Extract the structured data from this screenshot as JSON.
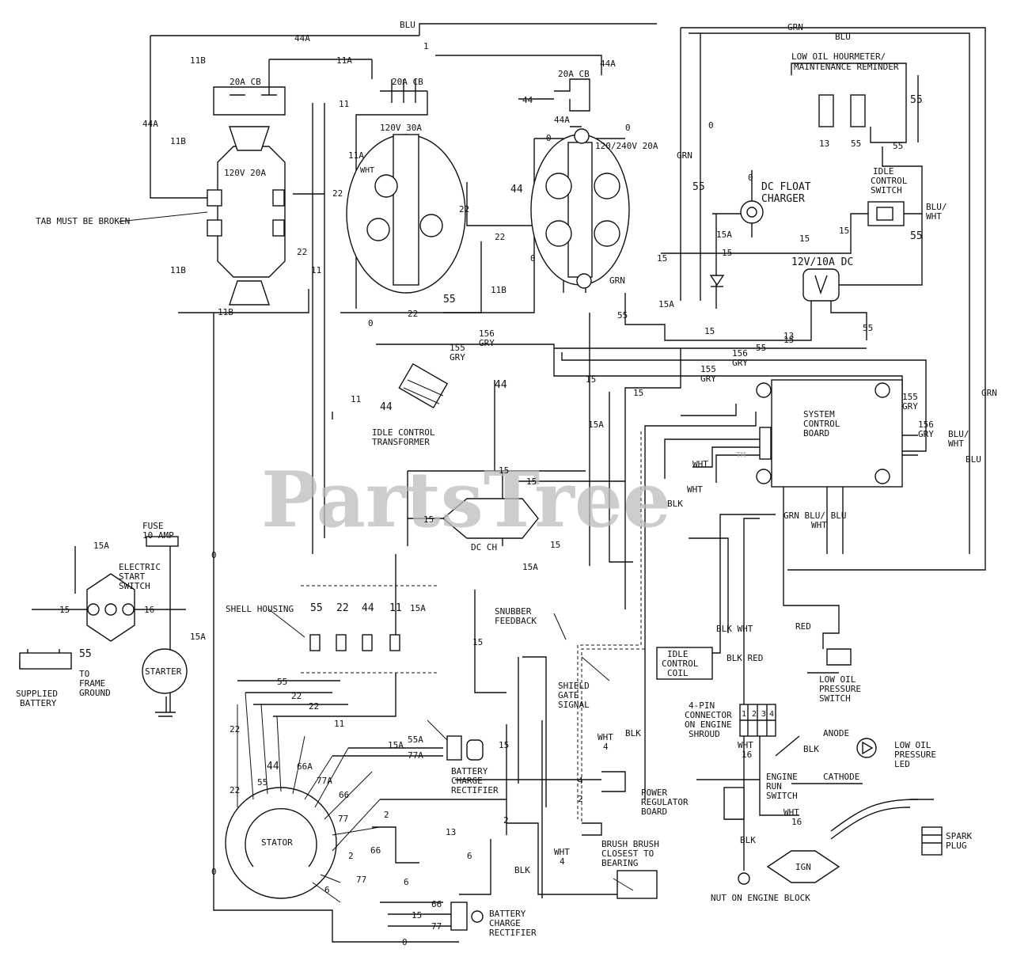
{
  "watermark": {
    "text": "PartsTree",
    "tm": "TM"
  },
  "labels": {
    "top_bu": "BLU",
    "grn_top": "GRN",
    "blu_top": "BLU",
    "w44a_top": "44A",
    "w11b_a": "11B",
    "w11a_a": "11A",
    "w1_top": "1",
    "w44a_b": "44A",
    "w44a_left": "44A",
    "w11b_b": "11B",
    "cb20_a": "20A CB",
    "cb20_b": "20A CB",
    "cb20_c": "20A CB",
    "r120_20": "120V 20A",
    "r120_30": "120V 30A",
    "r120_240": "120/240V 20A",
    "tab": "TAB MUST BE BROKEN",
    "w22_a": "22",
    "w22_b": "22",
    "w22_c": "22",
    "w22_d": "22",
    "w22_e": "22",
    "w11_a": "11",
    "w11_b": "11",
    "w11_c": "11",
    "w11a_b": "11A",
    "w11b_c": "11B",
    "w11b_d": "11B",
    "w11b_e": "11B",
    "wht_a": "WHT",
    "w55_a": "55",
    "w55_b": "55",
    "w55_c": "55",
    "w55_d": "55",
    "w55_e": "55",
    "w55_f": "55",
    "w55_g": "55",
    "w55_h": "55",
    "w44_a": "44",
    "w44_b": "44",
    "w44_c": "44",
    "w44_d": "44",
    "w44_e": "44",
    "w0_a": "0",
    "w0_b": "0",
    "w0_c": "0",
    "w0_d": "0",
    "w0_e": "0",
    "w0_f": "0",
    "w0_g": "0",
    "w0_h": "0",
    "w0_i": "0",
    "w44a_c": "44A",
    "grn_a": "GRN",
    "grn_b": "GRN",
    "grn_c": "GRN",
    "w15a_a": "15A",
    "w15a_b": "15A",
    "w15a_c": "15A",
    "w15a_d": "15A",
    "w15a_e": "15A",
    "w15_a": "15",
    "w15_b": "15",
    "w15_c": "15",
    "w15_d": "15",
    "w15_e": "15",
    "w15_f": "15",
    "w15_g": "15",
    "w15_h": "15",
    "w15_i": "15",
    "w15_j": "15",
    "w15_k": "15",
    "w15_l": "15",
    "w13_a": "13",
    "w13_b": "13",
    "w13_c": "13",
    "w16_a": "16",
    "w16_b": "16",
    "hour_meter": "LOW OIL HOURMETER/\nMAINTENANCE REMINDER",
    "dc_float": "DC FLOAT\nCHARGER",
    "w15_m": "15",
    "w55_i": "55",
    "idle_sw": "IDLE\nCONTROL\nSWITCH",
    "blu_wht_a": "BLU/\nWHT",
    "dc12": "12V/10A DC",
    "gry156_a": "156\nGRY",
    "gry155_a": "155\nGRY",
    "gry156_b": "156\nGRY",
    "gry155_b": "155\nGRY",
    "gry155_c": "155\nGRY",
    "gry156_c": "156\nGRY",
    "idle_xfmr": "IDLE CONTROL\nTRANSFORMER",
    "scb": "SYSTEM\nCONTROL\nBOARD",
    "blu_wht_b": "BLU/\nWHT",
    "blu_b": "BLU",
    "grn_d": "GRN",
    "grn_blu": "GRN  BLU/ BLU\n       WHT",
    "wht_blk": "WHT\nBLK",
    "blk_a": "BLK",
    "wht_b": "WHT",
    "dc_ch": "DC CH",
    "w15_n": "15",
    "w15a_f": "15A",
    "fuse": "FUSE\n10 AMP",
    "elec_start": "ELECTRIC\nSTART\nSWITCH",
    "w15a_g": "15A",
    "w15a_h": "15A",
    "w15_o": "15",
    "w16_c": "16",
    "battery": "SUPPLIED\nBATTERY",
    "w55_j": "55",
    "frame": "TO\nFRAME\nGROUND",
    "starter": "STARTER",
    "w15a_i": "15A",
    "w0_j": "0",
    "w0_k": "0",
    "housing": "SHELL HOUSING",
    "c55": "55",
    "c22": "22",
    "c44": "44",
    "c11": "11",
    "c15a": "15A",
    "snubber": "SNUBBER\nFEEDBACK",
    "w15_p": "15",
    "shield": "SHIELD\nGATE\nSIGNAL",
    "idle_coil": "IDLE\nCONTROL\nCOIL",
    "blk_wht": "BLK WHT",
    "blk_red": "BLK  RED",
    "red": "RED",
    "low_oil_sw": "LOW OIL\nPRESSURE\nSWITCH",
    "pin4": "4-PIN\nCONNECTOR\nON ENGINE\nSHROUD",
    "wht_16": "WHT\n16",
    "run_sw": "ENGINE\nRUN\nSWITCH",
    "blk_c": "BLK",
    "anode": "ANODE",
    "cathode": "CATHODE",
    "low_oil_led": "LOW OIL\nPRESSURE\nLED",
    "spark": "SPARK\nPLUG",
    "ign": "IGN",
    "wht_c": "WHT\n16",
    "nut": "NUT ON ENGINE BLOCK",
    "blk_d": "BLK",
    "power_reg": "POWER\nREGULATOR\nBOARD",
    "brush": "BRUSH\nBRUSH\nCLOSEST TO\nBEARING",
    "wht_d": "WHT\n4",
    "blk_e": "BLK",
    "wht_e": "WHT\n4",
    "blk_f": "BLK",
    "batt_rect1": "BATTERY\nCHARGE\nRECTIFIER",
    "batt_rect2": "BATTERY\nCHARGE\nRECTIFIER",
    "stator": "STATOR",
    "s55": "55",
    "s22": "22",
    "s22b": "22",
    "s44": "44",
    "s11": "11",
    "s66a": "66A",
    "s77a": "77A",
    "s66": "66",
    "s77": "77",
    "s2": "2",
    "s6": "6",
    "s66b": "66",
    "s77b": "77",
    "s15a": "15A",
    "s55a": "55A",
    "s77a2": "77A",
    "s0": "0",
    "s6b": "6",
    "s2b": "2",
    "s6c": "6",
    "s13": "13",
    "s15": "15",
    "s66c": "66",
    "s77c": "77",
    "s0b": "0",
    "s15b": "15",
    "p4": "4",
    "p2": "2",
    "p2b": "2",
    "pin1": "1",
    "pin2": "2",
    "pin3": "3",
    "pin4n": "4"
  }
}
